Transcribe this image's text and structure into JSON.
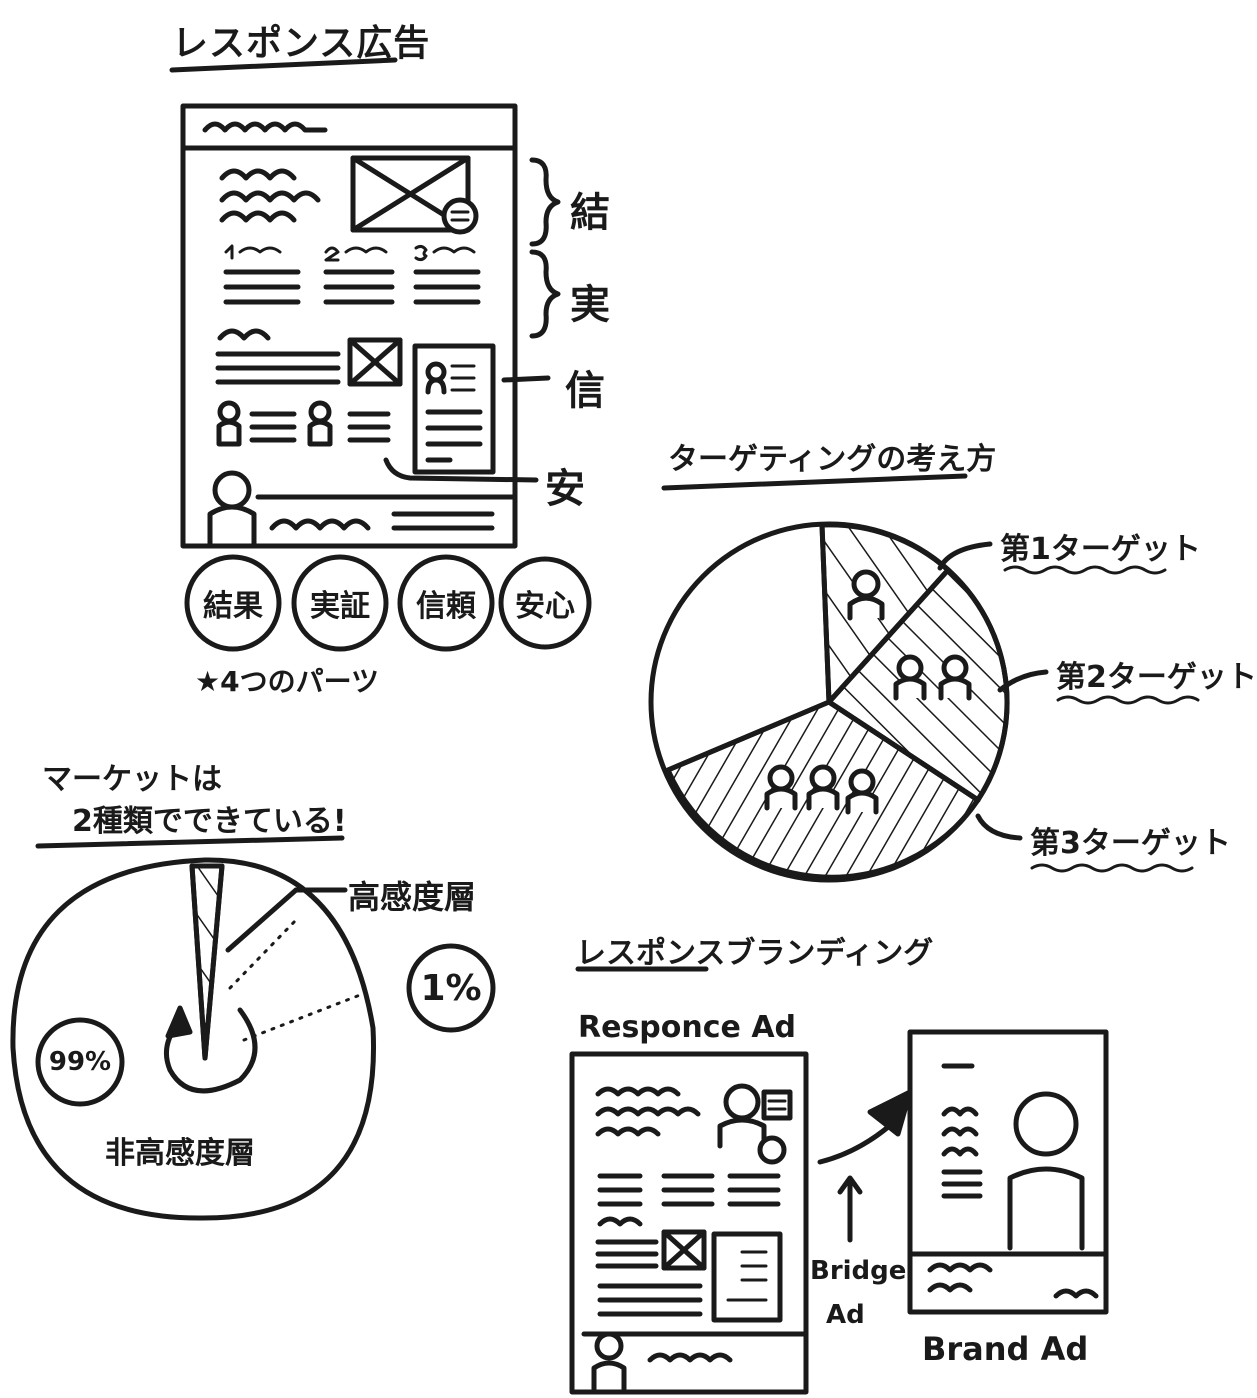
{
  "response_ad": {
    "title": "レスポンス広告",
    "side_labels": [
      "結",
      "実",
      "信",
      "安"
    ],
    "part_badges": [
      "結果",
      "実証",
      "信頼",
      "安心"
    ],
    "note": "★4つのパーツ"
  },
  "targeting": {
    "title": "ターゲティングの考え方",
    "slices": [
      "第1ターゲット",
      "第2ターゲット",
      "第3ターゲット"
    ]
  },
  "market": {
    "title_line1": "マーケットは",
    "title_line2": "2種類でできている!",
    "high_label": "高感度層",
    "high_percent": "1%",
    "low_label": "非高感度層",
    "low_percent": "99%"
  },
  "branding": {
    "title": "レスポンスブランディング",
    "response_label": "Responce Ad",
    "bridge_label_1": "Bridge",
    "bridge_label_2": "Ad",
    "brand_label": "Brand Ad"
  },
  "colors": {
    "ink": "#1a1a1a",
    "paper": "#ffffff"
  }
}
